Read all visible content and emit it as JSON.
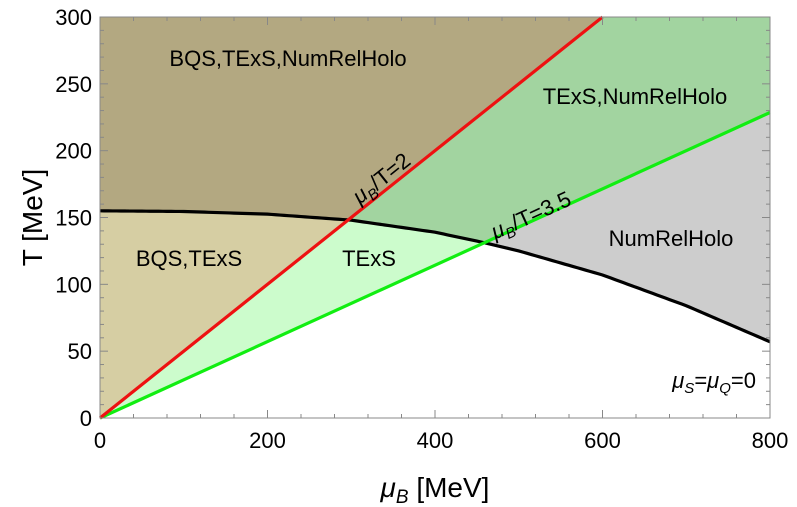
{
  "chart_data": {
    "type": "area",
    "xlabel": {
      "symbol": "μ",
      "sub": "B",
      "rest": " [MeV]"
    },
    "ylabel": "T [MeV]",
    "xlim": [
      0,
      800
    ],
    "ylim": [
      0,
      300
    ],
    "xticks": [
      0,
      200,
      400,
      600,
      800
    ],
    "yticks": [
      0,
      50,
      100,
      150,
      200,
      250,
      300
    ],
    "x_tick_labels": [
      "0",
      "200",
      "400",
      "600",
      "800"
    ],
    "y_tick_labels": [
      "0",
      "50",
      "100",
      "150",
      "200",
      "250",
      "300"
    ],
    "grid": false,
    "crossover_curve": {
      "mu_B": [
        0,
        100,
        200,
        300,
        400,
        460,
        500,
        600,
        700,
        800
      ],
      "T": [
        155,
        154.5,
        152.5,
        148,
        139,
        131,
        125,
        107,
        84,
        57
      ]
    },
    "lines": [
      {
        "label_base": "μ",
        "label_sub": "B",
        "label_rest": "/T=2",
        "color": "#ee1111",
        "slope": 0.5,
        "mu_B_end": 600
      },
      {
        "label_base": "μ",
        "label_sub": "B",
        "label_rest": "/T=3.5",
        "color": "#11ee11",
        "slope": 0.2857,
        "mu_B_end": 800
      }
    ],
    "regions": [
      {
        "name": "BQS,TExS,NumRelHolo",
        "color": "#b3a881"
      },
      {
        "name": "TExS,NumRelHolo",
        "color": "#a2d4a0"
      },
      {
        "name": "BQS,TExS",
        "color": "#d6cea3"
      },
      {
        "name": "TExS",
        "color": "#ccfccc"
      },
      {
        "name": "NumRelHolo",
        "color": "#cdcdcd"
      }
    ],
    "condition_label": {
      "s1": "S",
      "s2": "Q",
      "rest": "=0"
    }
  }
}
